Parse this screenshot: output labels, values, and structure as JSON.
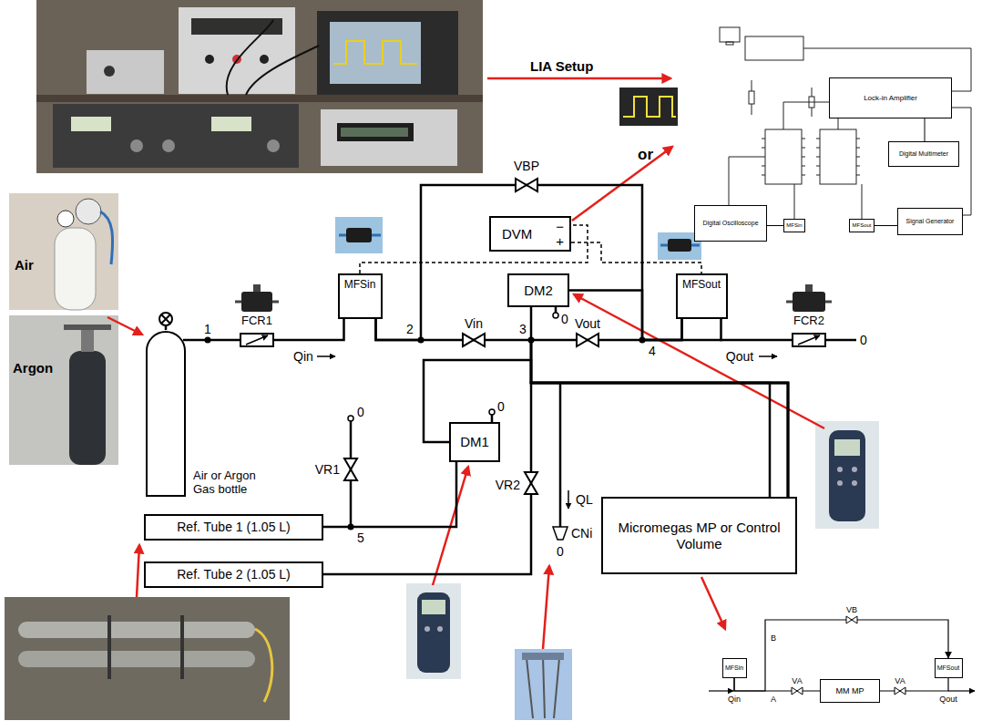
{
  "diagram": {
    "nodes": [
      {
        "text": [
          "Lock-in Amplifier"
        ]
      },
      {
        "text": [
          "Digital Multimeter"
        ]
      },
      {
        "text": [
          "Digital Oscilloscope"
        ]
      },
      {
        "text": [
          "MFSin"
        ]
      },
      {
        "text": [
          "MFSout"
        ]
      },
      {
        "text": [
          "Signal Generator"
        ]
      },
      {
        "text": [
          "DVM",
          "−",
          "+"
        ]
      },
      {
        "text": [
          "MFSin"
        ]
      },
      {
        "text": [
          "DM2"
        ]
      },
      {
        "text": [
          "MFSout"
        ]
      },
      {
        "text": [
          "Air or Argon Gas bottle"
        ]
      },
      {
        "text": [
          "DM1"
        ]
      },
      {
        "text": [
          "Micromegas MP or Control Volume"
        ]
      },
      {
        "text": [
          "Ref. Tube 1 (1.05 L)"
        ]
      },
      {
        "text": [
          "Ref. Tube 2 (1.05 L)"
        ]
      },
      {
        "text": [
          "MFSin"
        ]
      },
      {
        "text": [
          "MM MP"
        ]
      },
      {
        "text": [
          "MFSout"
        ]
      }
    ],
    "edges": [
      {
        "from": 0,
        "to": 1,
        "arrow": "none"
      },
      {
        "from": 5,
        "to": 4,
        "arrow": "none"
      },
      {
        "from": 2,
        "to": 3,
        "arrow": "none"
      },
      {
        "from": 7,
        "to": 6,
        "arrow": "none"
      },
      {
        "from": 6,
        "to": 9,
        "arrow": "none"
      },
      {
        "from": 10,
        "to": 7,
        "arrow": "none"
      },
      {
        "from": 7,
        "to": 12,
        "arrow": "none"
      },
      {
        "from": 12,
        "to": 9,
        "arrow": "none"
      },
      {
        "from": 7,
        "to": 9,
        "arrow": "none"
      },
      {
        "from": 8,
        "to": 12,
        "arrow": "none"
      },
      {
        "from": 8,
        "to": 9,
        "arrow": "none"
      },
      {
        "from": 13,
        "to": 11,
        "arrow": "none"
      },
      {
        "from": 11,
        "to": 12,
        "arrow": "none"
      },
      {
        "from": 14,
        "to": 12,
        "arrow": "none"
      },
      {
        "from": 15,
        "to": 16,
        "arrow": "none"
      },
      {
        "from": 16,
        "to": 17,
        "arrow": "none"
      },
      {
        "from": 15,
        "to": 17,
        "arrow": "to"
      }
    ],
    "labels": [
      "LIA Setup",
      "or",
      "VBP",
      "1",
      "FCR1",
      "Qin",
      "2",
      "Vin",
      "3",
      "0",
      "Vout",
      "4",
      "Qout",
      "FCR2",
      "0",
      "0",
      "0",
      "VR1",
      "5",
      "VR2",
      "QL",
      "CNi",
      "0",
      "Air",
      "Argon",
      "VB",
      "B",
      "VA",
      "VA",
      "A",
      "Qin",
      "Qout"
    ]
  }
}
